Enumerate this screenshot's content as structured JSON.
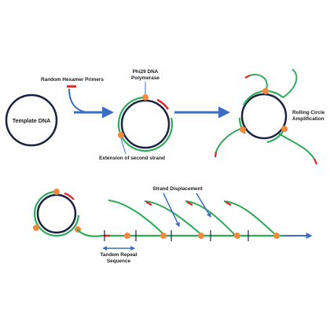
{
  "labels": {
    "template_dna": "Template DNA",
    "random_hexamer_primers": "Random Hexamer Primers",
    "phi29_line1": "Phi29 DNA",
    "phi29_line2": "Polymerase",
    "rolling_line1": "Rolling Circle",
    "rolling_line2": "Amplification",
    "extension": "Extension of second strand",
    "strand_displacement": "Strand Displacement",
    "tandem_line1": "Tandem Repeat",
    "tandem_line2": "Sequence"
  },
  "colors": {
    "template_circle": "#1c2340",
    "new_strand": "#2eab5a",
    "primer": "#e02828",
    "polymerase": "#f08a3c",
    "arrow": "#3a6fc4",
    "text": "#1a1a1a"
  }
}
